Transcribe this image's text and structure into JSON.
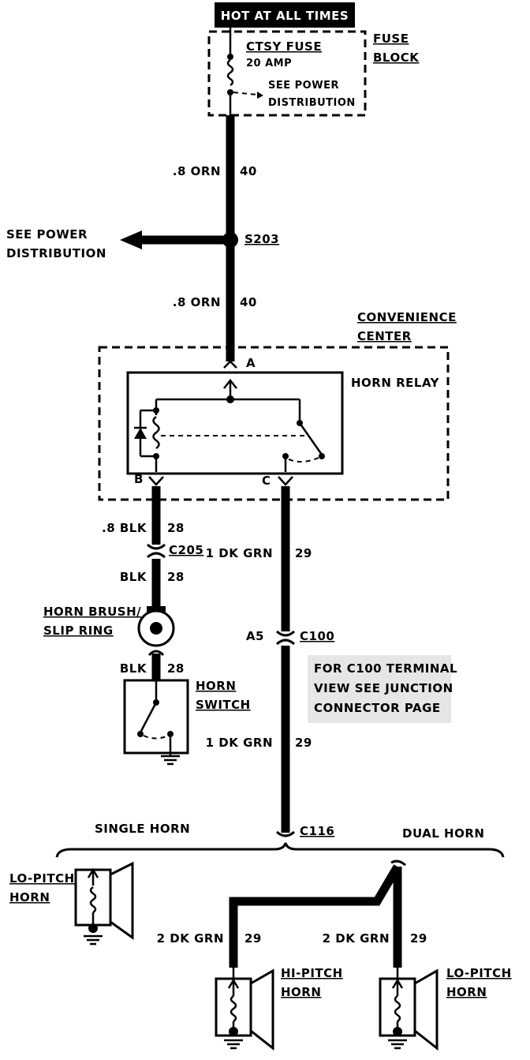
{
  "header": {
    "hot_label": "HOT AT ALL TIMES"
  },
  "fuse": {
    "name": "CTSY FUSE",
    "rating": "20 AMP",
    "see_line1": "SEE POWER",
    "see_line2": "DISTRIBUTION",
    "block_line1": "FUSE",
    "block_line2": "BLOCK"
  },
  "wires": {
    "w1_label": ".8 ORN",
    "w1_circuit": "40",
    "w2_label": ".8 ORN",
    "w2_circuit": "40",
    "w3_label": ".8 BLK",
    "w3_circuit": "28",
    "w4_label": "BLK",
    "w4_circuit": "28",
    "w5_label": "BLK",
    "w5_circuit": "28",
    "w6_label": "1 DK GRN",
    "w6_circuit": "29",
    "w7_label": "1 DK GRN",
    "w7_circuit": "29",
    "w8_label": "2 DK GRN",
    "w8_circuit": "29",
    "w9_label": "2 DK GRN",
    "w9_circuit": "29"
  },
  "splice": {
    "name": "S203",
    "see_line1": "SEE POWER",
    "see_line2": "DISTRIBUTION"
  },
  "convenience_center": {
    "line1": "CONVENIENCE",
    "line2": "CENTER",
    "relay_label": "HORN RELAY",
    "terminal_a": "A",
    "terminal_b": "B",
    "terminal_c": "C"
  },
  "connectors": {
    "c205": "C205",
    "c100": "C100",
    "c100_pin": "A5",
    "c116": "C116"
  },
  "horn_brush": {
    "line1": "HORN BRUSH/",
    "line2": "SLIP RING"
  },
  "horn_switch": {
    "line1": "HORN",
    "line2": "SWITCH"
  },
  "note": {
    "line1": "FOR C100 TERMINAL",
    "line2": "VIEW SEE JUNCTION",
    "line3": "CONNECTOR PAGE"
  },
  "options": {
    "single": "SINGLE HORN",
    "dual": "DUAL HORN"
  },
  "horns": {
    "single_lo_line1": "LO-PITCH",
    "single_lo_line2": "HORN",
    "hi_line1": "HI-PITCH",
    "hi_line2": "HORN",
    "dual_lo_line1": "LO-PITCH",
    "dual_lo_line2": "HORN"
  }
}
